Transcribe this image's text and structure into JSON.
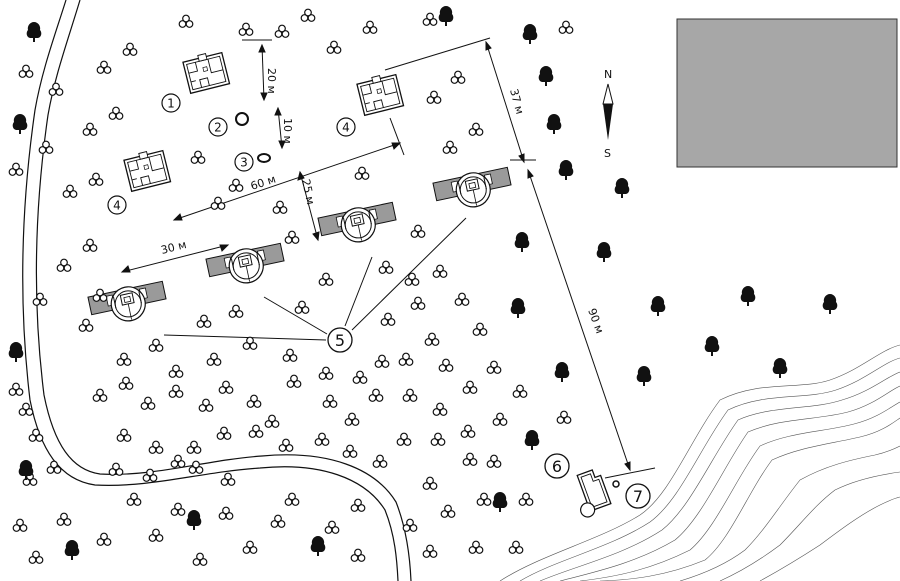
{
  "labels": {
    "one": "1",
    "two": "2",
    "three": "3",
    "four_a": "4",
    "four_b": "4",
    "five": "5",
    "six": "6",
    "seven": "7"
  },
  "dimensions": {
    "d20": "20 м",
    "d10": "10 м",
    "d60": "60 м",
    "d25": "25 м",
    "d30": "30 м",
    "d37": "37 м",
    "d90": "90 м"
  },
  "compass": {
    "north": "N",
    "south": "S"
  },
  "legend_box_color": "#a7a7a7"
}
